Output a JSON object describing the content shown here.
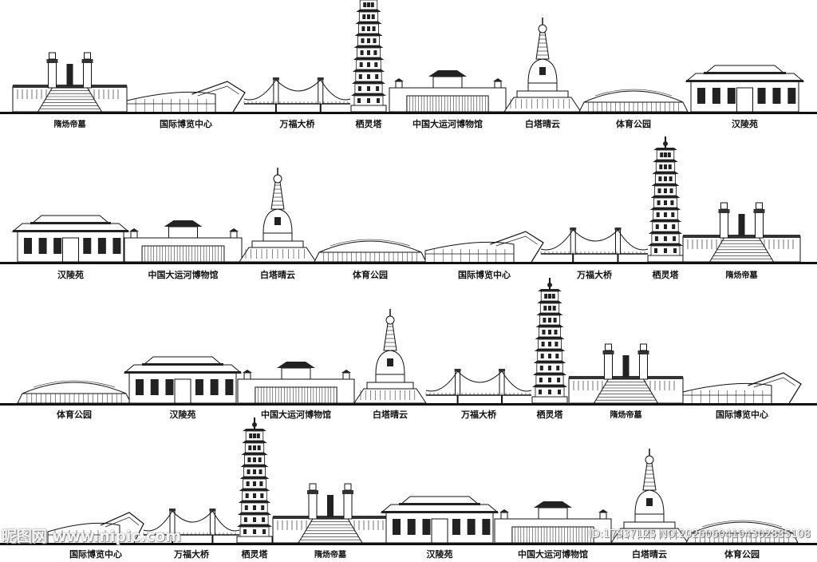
{
  "landmarks": {
    "suiyang_tomb": "隋炀帝墓",
    "expo_center": "国际博览中心",
    "wanfu_bridge": "万福大桥",
    "qiling_pagoda": "栖灵塔",
    "canal_museum": "中国大运河博物馆",
    "white_pagoda": "白塔晴云",
    "stadium": "体育公园",
    "hanling_garden": "汉陵苑"
  },
  "rows": [
    {
      "items": [
        "suiyang_tomb",
        "expo_center",
        "wanfu_bridge",
        "qiling_pagoda",
        "canal_museum",
        "white_pagoda",
        "stadium",
        "hanling_garden"
      ]
    },
    {
      "items": [
        "hanling_garden",
        "canal_museum",
        "white_pagoda",
        "stadium",
        "expo_center",
        "wanfu_bridge",
        "qiling_pagoda",
        "suiyang_tomb"
      ]
    },
    {
      "items": [
        "stadium",
        "hanling_garden",
        "canal_museum",
        "white_pagoda",
        "wanfu_bridge",
        "qiling_pagoda",
        "suiyang_tomb",
        "expo_center"
      ]
    },
    {
      "items": [
        "expo_center",
        "wanfu_bridge",
        "qiling_pagoda",
        "suiyang_tomb",
        "hanling_garden",
        "canal_museum",
        "white_pagoda",
        "stadium"
      ]
    }
  ],
  "watermark": {
    "left": "昵图网 www.nipic.com",
    "right": "ID:17937125 NO:20260604194302885108"
  }
}
